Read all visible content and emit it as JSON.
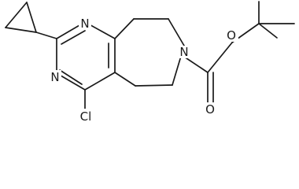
{
  "molecule": {
    "atoms": {
      "n1": "N",
      "n3": "N",
      "n7": "N",
      "cl": "Cl",
      "o_carbonyl": "O",
      "o_ether": "O"
    }
  },
  "colors": {
    "bond": "#1a1a1a",
    "background": "#ffffff"
  }
}
